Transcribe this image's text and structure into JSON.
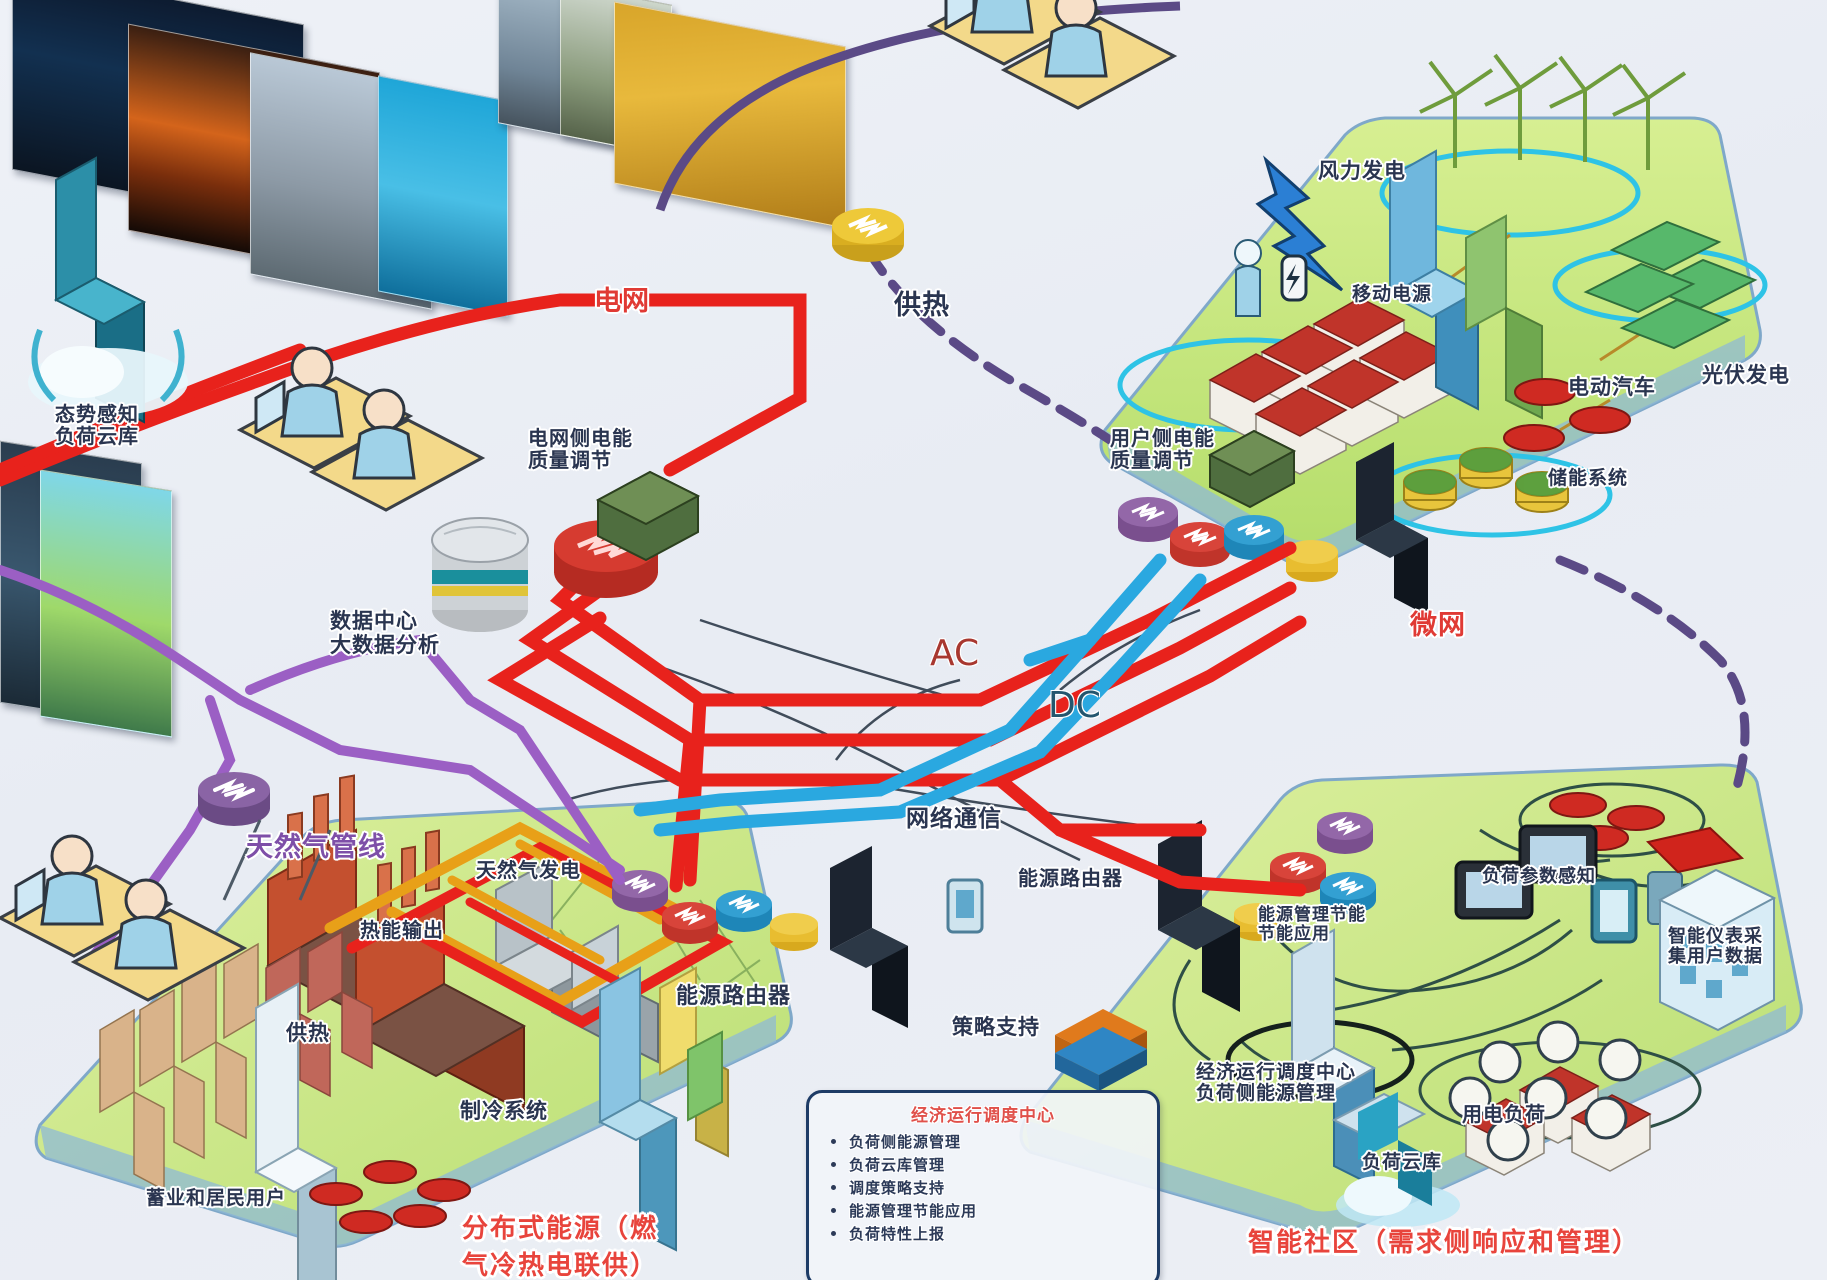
{
  "diagram": {
    "title_bottom_left": "分布式能源（燃\n气冷热电联供）",
    "title_bottom_right": "智能社区（需求侧响应和管理）"
  },
  "flow_labels": {
    "grid": "电网",
    "heating": "供热",
    "ac": "AC",
    "dc": "DC",
    "gas_pipeline": "天然气管线",
    "network_comm": "网络通信",
    "microgrid": "微网"
  },
  "left_labels": [
    {
      "id": "situation-awareness",
      "text": "态势感知\n负荷云库",
      "color": "dark"
    },
    {
      "id": "grid-side-power-quality",
      "text": "电网侧电能\n质量调节",
      "color": "dark"
    },
    {
      "id": "data-center",
      "text": "数据中心\n大数据分析",
      "color": "dark"
    }
  ],
  "microgrid_labels": [
    {
      "id": "wind-power",
      "text": "风力发电"
    },
    {
      "id": "mobile-power",
      "text": "移动电源"
    },
    {
      "id": "user-side-power-quality",
      "text": "用户侧电能\n质量调节"
    },
    {
      "id": "electric-vehicle",
      "text": "电动汽车"
    },
    {
      "id": "pv-power",
      "text": "光伏发电"
    },
    {
      "id": "energy-storage",
      "text": "储能系统"
    }
  ],
  "dg_labels": [
    {
      "id": "gas-power",
      "text": "天然气发电"
    },
    {
      "id": "heat-output",
      "text": "热能输出"
    },
    {
      "id": "heat-supply",
      "text": "供热"
    },
    {
      "id": "cooling-system",
      "text": "制冷系统"
    },
    {
      "id": "energy-router-left",
      "text": "能源路由器"
    },
    {
      "id": "industrial-residential",
      "text": "蓄业和居民用户"
    }
  ],
  "community_labels": [
    {
      "id": "energy-router-right",
      "text": "能源路由器"
    },
    {
      "id": "strategy-support",
      "text": "策略支持"
    },
    {
      "id": "energy-mgmt-saving",
      "text": "能源管理节能\n节能应用"
    },
    {
      "id": "load-param-awareness",
      "text": "负荷参数感知"
    },
    {
      "id": "smart-meter-data",
      "text": "智能仪表采\n集用户数据"
    },
    {
      "id": "dispatch-center",
      "text": "经济运行调度中心\n负荷侧能源管理"
    },
    {
      "id": "load-cloud",
      "text": "负荷云库"
    },
    {
      "id": "power-load",
      "text": "用电负荷"
    }
  ],
  "legend": {
    "title": "经济运行调度中心",
    "items": [
      "负荷侧能源管理",
      "负荷云库管理",
      "调度策略支持",
      "能源管理节能应用",
      "负荷特性上报"
    ]
  },
  "colors": {
    "ac_line": "#e8221c",
    "dc_line": "#2aa8e0",
    "heat_line": "#5b4a86",
    "gas_line": "#9b5fc4",
    "zone_green": "#c9e87d",
    "ac_label": "#a8372f",
    "dc_label": "#24566e",
    "grid_label": "#e23a32",
    "microgrid_label": "#e2453c",
    "title_red": "#e8443c"
  }
}
